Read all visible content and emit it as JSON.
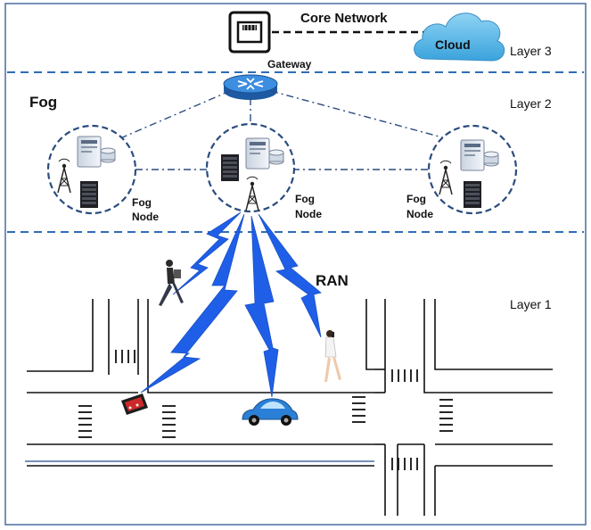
{
  "labels": {
    "core_network": "Core Network",
    "cloud": "Cloud",
    "gateway": "Gateway",
    "layer3": "Layer 3",
    "layer2": "Layer 2",
    "layer1": "Layer 1",
    "fog": "Fog",
    "ran": "RAN",
    "fog_node_left": [
      "Fog",
      "Node"
    ],
    "fog_node_center": [
      "Fog",
      "Node"
    ],
    "fog_node_right": [
      "Fog",
      "Node"
    ]
  },
  "colors": {
    "cloud": "#5ab8e6",
    "router": "#2f77c9",
    "lightning": "#1f5fe8",
    "dashed_divider": "#2e6db8",
    "fog_circle": "#2b4c7e",
    "car": "#2a7fd6"
  },
  "icons": {
    "gateway": "gateway-icon",
    "router": "router-icon",
    "cloud": "cloud-icon",
    "server": "server-icon",
    "tower": "antenna-tower-icon",
    "walker": "pedestrian-icon",
    "phone_user": "phone-user-icon",
    "car": "car-icon",
    "device": "iot-device-icon"
  }
}
